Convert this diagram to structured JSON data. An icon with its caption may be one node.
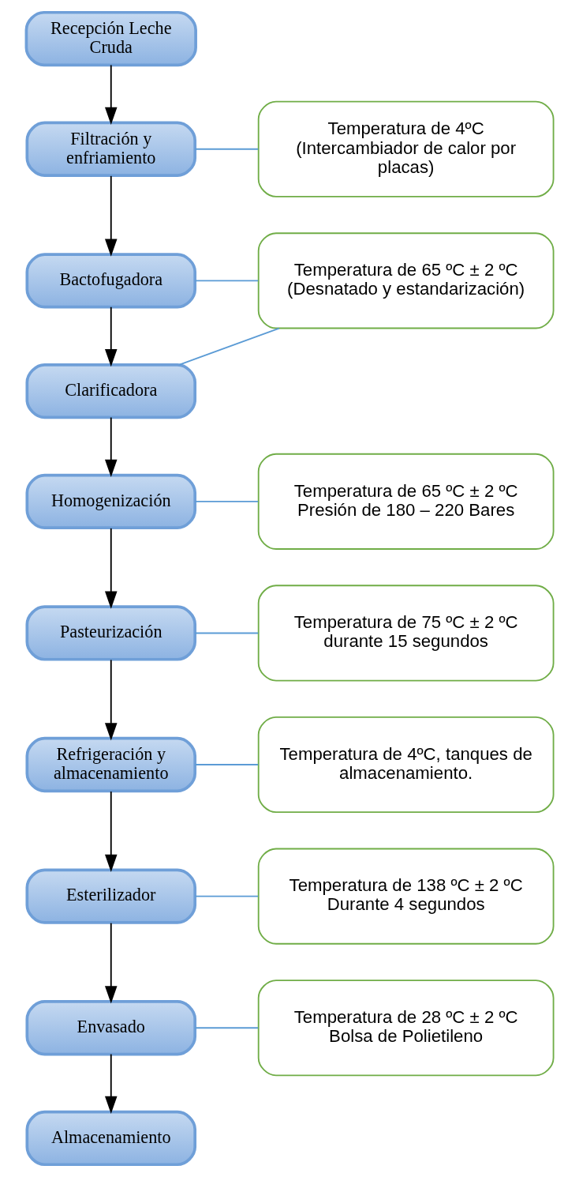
{
  "diagram": {
    "nodes": [
      {
        "text": [
          "Recepción Leche Cruda"
        ]
      },
      {
        "text": [
          "Temperatura de 4ºC",
          "(Intercambiador de calor por placas)"
        ]
      },
      {
        "text": [
          "Filtración y enfriamiento"
        ]
      },
      {
        "text": [
          "Temperatura de 65 ºC ± 2 ºC",
          "(Desnatado y estandarización)"
        ]
      },
      {
        "text": [
          "Bactofugadora"
        ]
      },
      {
        "text": [
          "Clarificadora"
        ]
      },
      {
        "text": [
          "Temperatura de 65 ºC ± 2 ºC",
          "Presión de 180 – 220 Bares"
        ]
      },
      {
        "text": [
          "Homogenización"
        ]
      },
      {
        "text": [
          "Temperatura de 75 ºC ± 2 ºC",
          "durante 15 segundos"
        ]
      },
      {
        "text": [
          "Pasteurización"
        ]
      },
      {
        "text": [
          "Temperatura de 4ºC, tanques de almacenamiento."
        ]
      },
      {
        "text": [
          "Refrigeración y almacenamiento"
        ]
      },
      {
        "text": [
          "Temperatura de 138 ºC ± 2 ºC",
          "Durante 4 segundos"
        ]
      },
      {
        "text": [
          "Esterilizador"
        ]
      },
      {
        "text": [
          "Temperatura de 28 ºC ± 2 ºC",
          "Bolsa de Polietileno"
        ]
      },
      {
        "text": [
          "Envasado"
        ]
      },
      {
        "text": [
          "Almacenamiento"
        ]
      }
    ],
    "edges": [
      {
        "from": 0,
        "to": 2,
        "arrow": "to"
      },
      {
        "from": 2,
        "to": 4,
        "arrow": "to"
      },
      {
        "from": 4,
        "to": 5,
        "arrow": "to"
      },
      {
        "from": 5,
        "to": 7,
        "arrow": "to"
      },
      {
        "from": 7,
        "to": 9,
        "arrow": "to"
      },
      {
        "from": 9,
        "to": 11,
        "arrow": "to"
      },
      {
        "from": 11,
        "to": 13,
        "arrow": "to"
      },
      {
        "from": 13,
        "to": 15,
        "arrow": "to"
      },
      {
        "from": 15,
        "to": 16,
        "arrow": "to"
      },
      {
        "from": 1,
        "to": 2,
        "arrow": "none",
        "color": "#5b9bd5"
      },
      {
        "from": 3,
        "to": 4,
        "arrow": "none",
        "color": "#5b9bd5"
      },
      {
        "from": 3,
        "to": 5,
        "arrow": "none",
        "color": "#5b9bd5"
      },
      {
        "from": 6,
        "to": 7,
        "arrow": "none",
        "color": "#5b9bd5"
      },
      {
        "from": 8,
        "to": 9,
        "arrow": "none",
        "color": "#5b9bd5"
      },
      {
        "from": 10,
        "to": 11,
        "arrow": "none",
        "color": "#5b9bd5"
      },
      {
        "from": 12,
        "to": 13,
        "arrow": "none",
        "color": "#5b9bd5"
      },
      {
        "from": 14,
        "to": 15,
        "arrow": "none",
        "color": "#5b9bd5"
      }
    ]
  }
}
